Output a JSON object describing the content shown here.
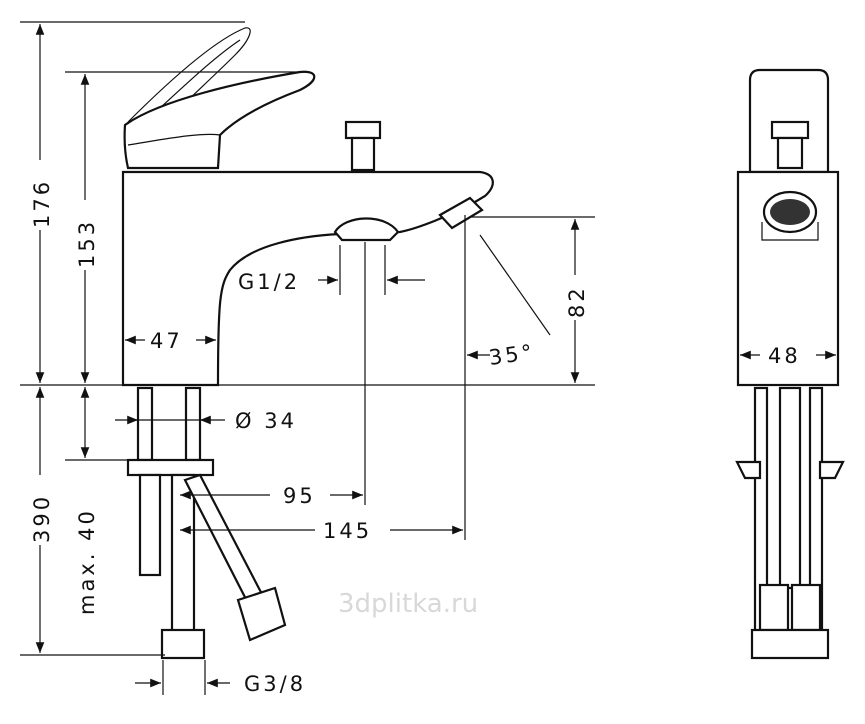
{
  "title": "Bath mixer technical drawing",
  "dimensions": {
    "total_height": "176",
    "body_height": "153",
    "body_width": "47",
    "spout_thread": "G1/2",
    "spout_height": "82",
    "spout_angle": "35°",
    "side_width": "48",
    "pipe_diameter": "Ø 34",
    "hose_length": "390",
    "max_deck": "max. 40",
    "outlet_offset": "95",
    "spout_reach": "145",
    "connection_thread": "G3/8"
  },
  "watermark": "3dplitka.ru"
}
